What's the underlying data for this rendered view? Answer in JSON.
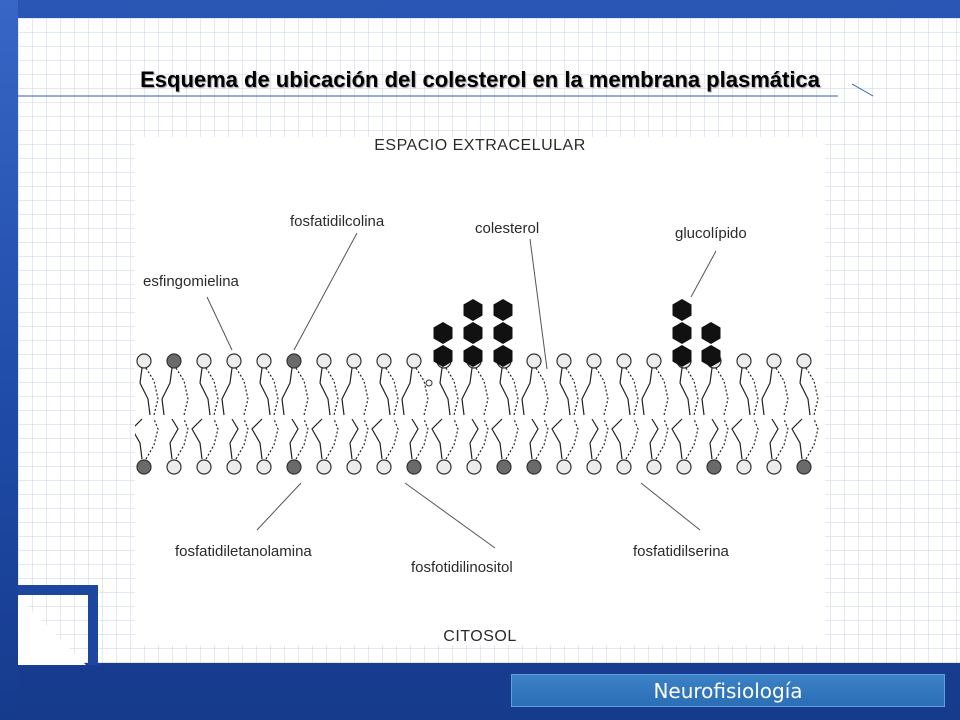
{
  "slide": {
    "title": "Esquema de ubicación del colesterol en la membrana plasmática",
    "footer": "Neurofisiología"
  },
  "diagram": {
    "region_top": "ESPACIO EXTRACELULAR",
    "region_bottom": "CITOSOL",
    "labels": {
      "sphingomyelin": "esfingomielina",
      "phosphatidylcholine": "fosfatidilcolina",
      "cholesterol": "colesterol",
      "glycolipid": "glucolípido",
      "phosphatidylethanolamine": "fosfatidiletanolamina",
      "phosphatidylinositol": "fosfotidilinositol",
      "phosphatidylserine": "fosfatidilserina"
    }
  },
  "colors": {
    "frame_blue": "#1d469f",
    "footer_blue": "#2a6eb5",
    "head_light": "#ececec",
    "head_dark": "#6a6a6a",
    "hexagon": "#111111"
  }
}
